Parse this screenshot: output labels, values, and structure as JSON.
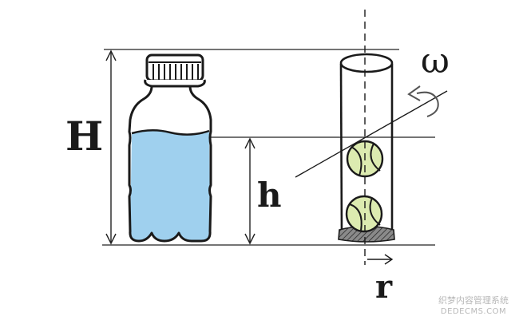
{
  "labels": {
    "H": "H",
    "h": "h",
    "omega": "ω",
    "r": "r"
  },
  "watermark": {
    "line1": "织梦内容管理系统",
    "line2": "DEDECMS.COM"
  },
  "colors": {
    "water": "#9fd0ee",
    "ball": "#dcebb0",
    "ink": "#1a1a1a",
    "base": "#777777"
  }
}
